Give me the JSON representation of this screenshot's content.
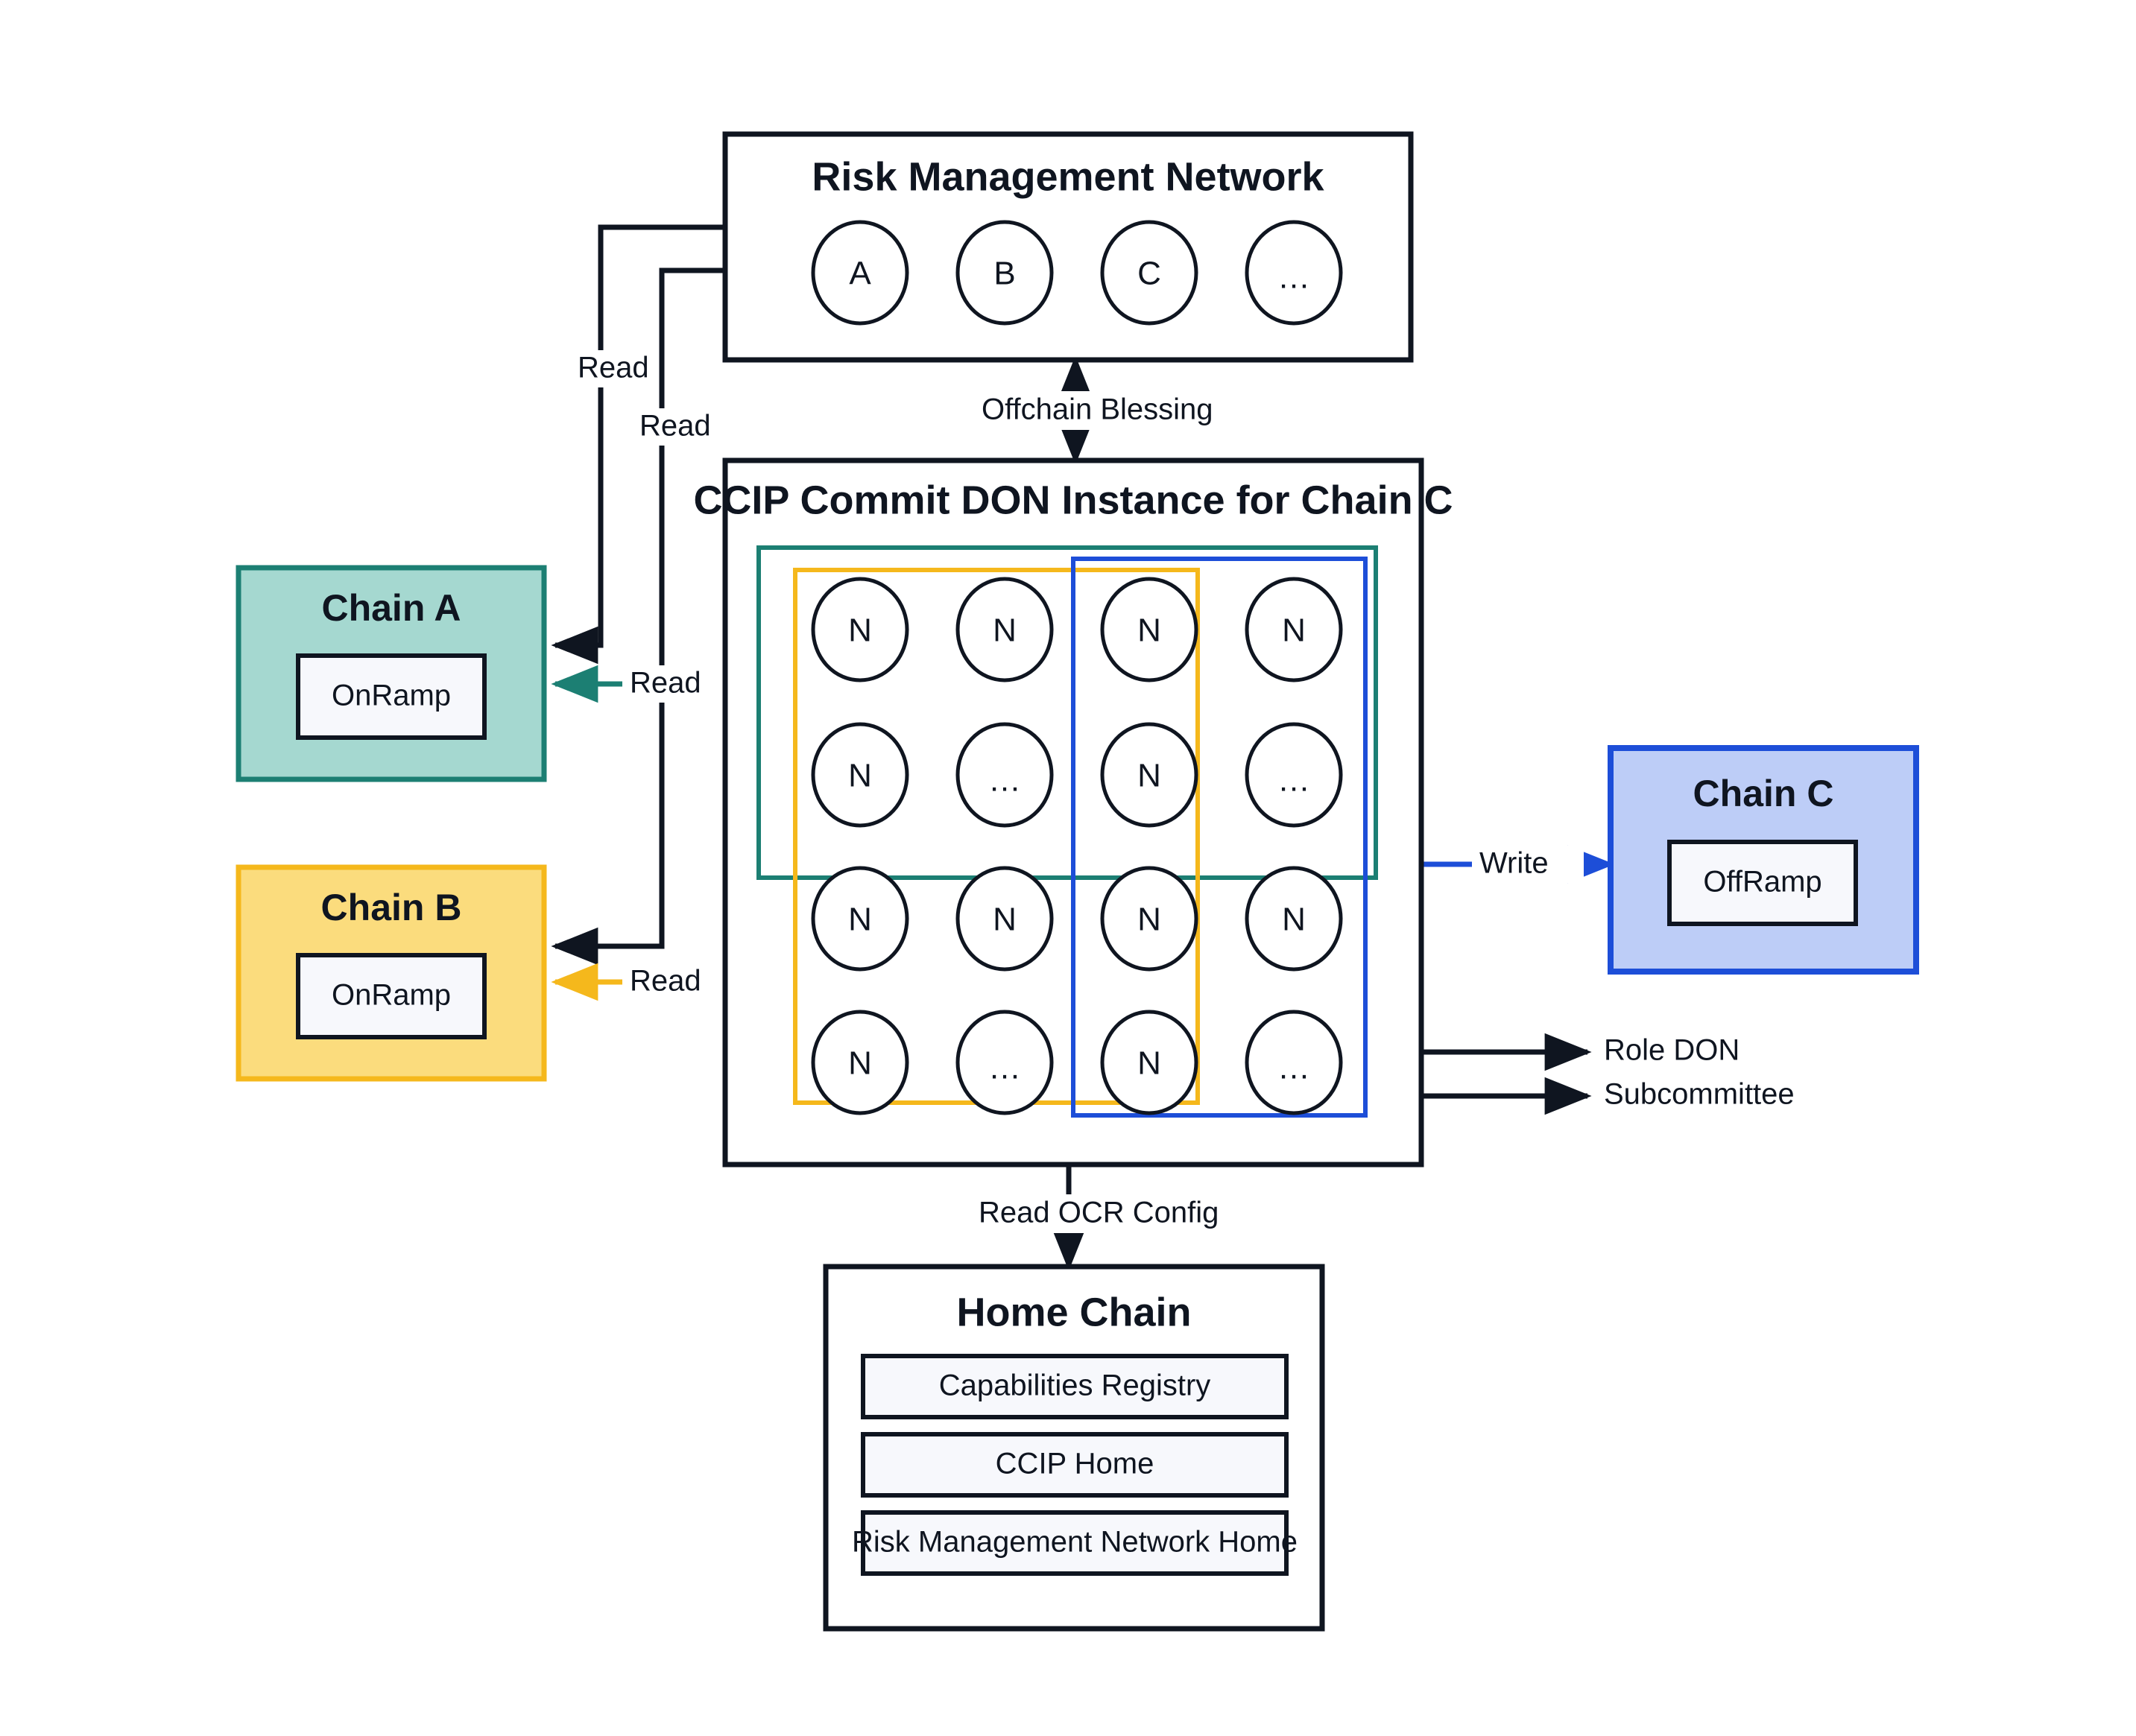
{
  "diagram": {
    "title": "CCIP Commit DON Architecture",
    "colors": {
      "dark": "#0F1520",
      "teal_fill": "#A5D8D0",
      "teal_stroke": "#1C7F73",
      "yellow_fill": "#FBDC7D",
      "yellow_stroke": "#F5B81C",
      "blue_fill": "#BDCDF7",
      "blue_stroke": "#1D4ED8",
      "card_fill": "#F7F8FC",
      "white": "#FFFFFF"
    }
  },
  "risk_management_network": {
    "title": "Risk Management Network",
    "nodes": [
      {
        "label": "A"
      },
      {
        "label": "B"
      },
      {
        "label": "C"
      },
      {
        "label": "…"
      }
    ]
  },
  "commit_don": {
    "title": "CCIP Commit DON Instance for Chain C",
    "node_grid": [
      [
        {
          "label": "N"
        },
        {
          "label": "N"
        },
        {
          "label": "N"
        },
        {
          "label": "N"
        }
      ],
      [
        {
          "label": "N"
        },
        {
          "label": "…"
        },
        {
          "label": "N"
        },
        {
          "label": "…"
        }
      ],
      [
        {
          "label": "N"
        },
        {
          "label": "N"
        },
        {
          "label": "N"
        },
        {
          "label": "N"
        }
      ],
      [
        {
          "label": "N"
        },
        {
          "label": "…"
        },
        {
          "label": "N"
        },
        {
          "label": "…"
        }
      ]
    ],
    "overlays": [
      {
        "name": "teal-group",
        "color": "#1C7F73"
      },
      {
        "name": "yellow-group",
        "color": "#F5B81C"
      },
      {
        "name": "blue-group",
        "color": "#1D4ED8"
      }
    ]
  },
  "chain_a": {
    "title": "Chain A",
    "contract": "OnRamp"
  },
  "chain_b": {
    "title": "Chain B",
    "contract": "OnRamp"
  },
  "chain_c": {
    "title": "Chain C",
    "contract": "OffRamp"
  },
  "home_chain": {
    "title": "Home Chain",
    "items": [
      {
        "label": "Capabilities Registry"
      },
      {
        "label": "CCIP Home"
      },
      {
        "label": "Risk Management Network Home"
      }
    ]
  },
  "edge_labels": {
    "read_rmn_to_chain_a": "Read",
    "read_rmn_to_chain_b": "Read",
    "offchain_blessing": "Offchain Blessing",
    "read_teal_to_chain_a": "Read",
    "read_yellow_to_chain_b": "Read",
    "write_to_chain_c": "Write",
    "read_ocr_config": "Read OCR Config"
  },
  "legend": {
    "role_don": "Role DON",
    "subcommittee": "Subcommittee"
  }
}
